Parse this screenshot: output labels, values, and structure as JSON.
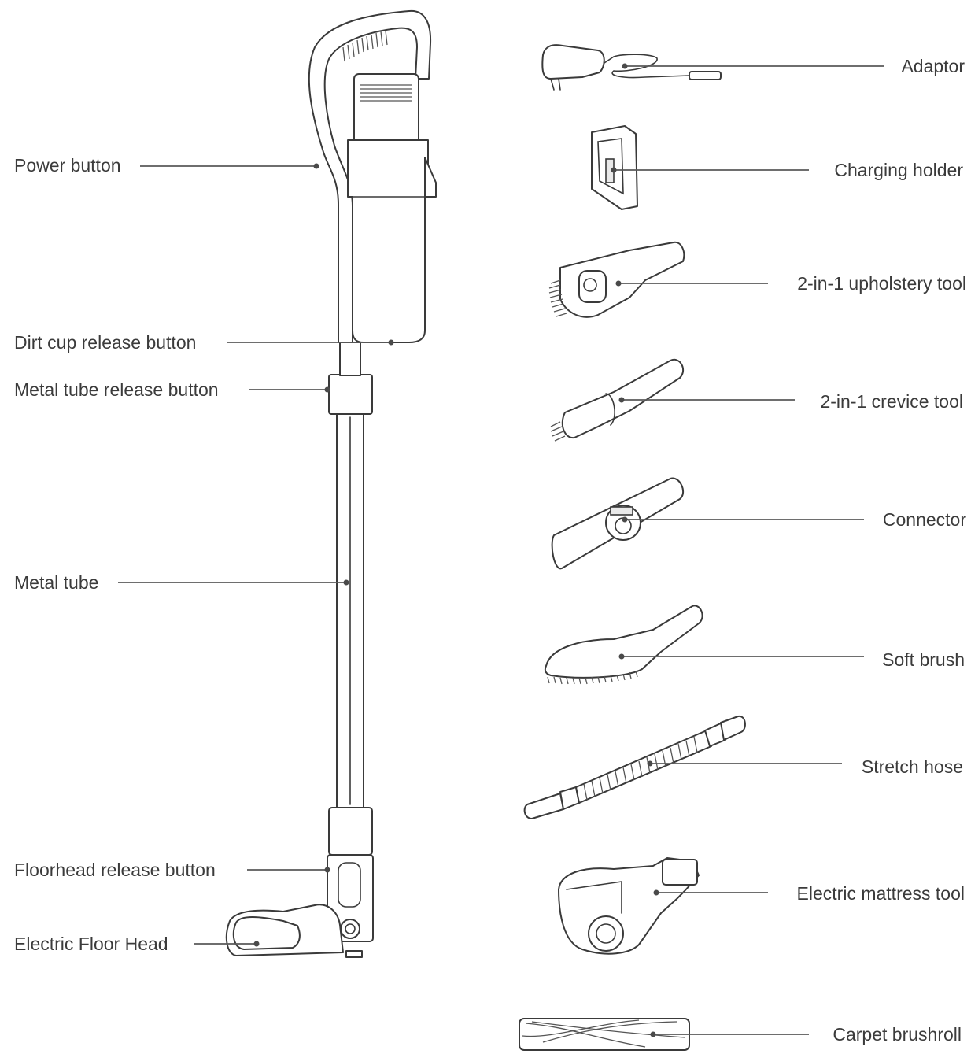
{
  "vacuum_labels": {
    "power_button": "Power button",
    "dirt_cup_release_button": "Dirt cup release button",
    "metal_tube_release_button": "Metal tube release button",
    "metal_tube": "Metal tube",
    "floorhead_release_button": "Floorhead release button",
    "electric_floor_head": "Electric Floor Head"
  },
  "accessory_labels": {
    "adaptor": "Adaptor",
    "charging_holder": "Charging holder",
    "upholstery_tool": "2-in-1 upholstery tool",
    "crevice_tool": "2-in-1 crevice tool",
    "connector": "Connector",
    "soft_brush": "Soft brush",
    "stretch_hose": "Stretch hose",
    "electric_mattress_tool": "Electric mattress tool",
    "carpet_brushroll": "Carpet brushroll"
  },
  "colors": {
    "line": "#3a3a3a",
    "text": "#3b3b3b",
    "background": "#ffffff"
  }
}
